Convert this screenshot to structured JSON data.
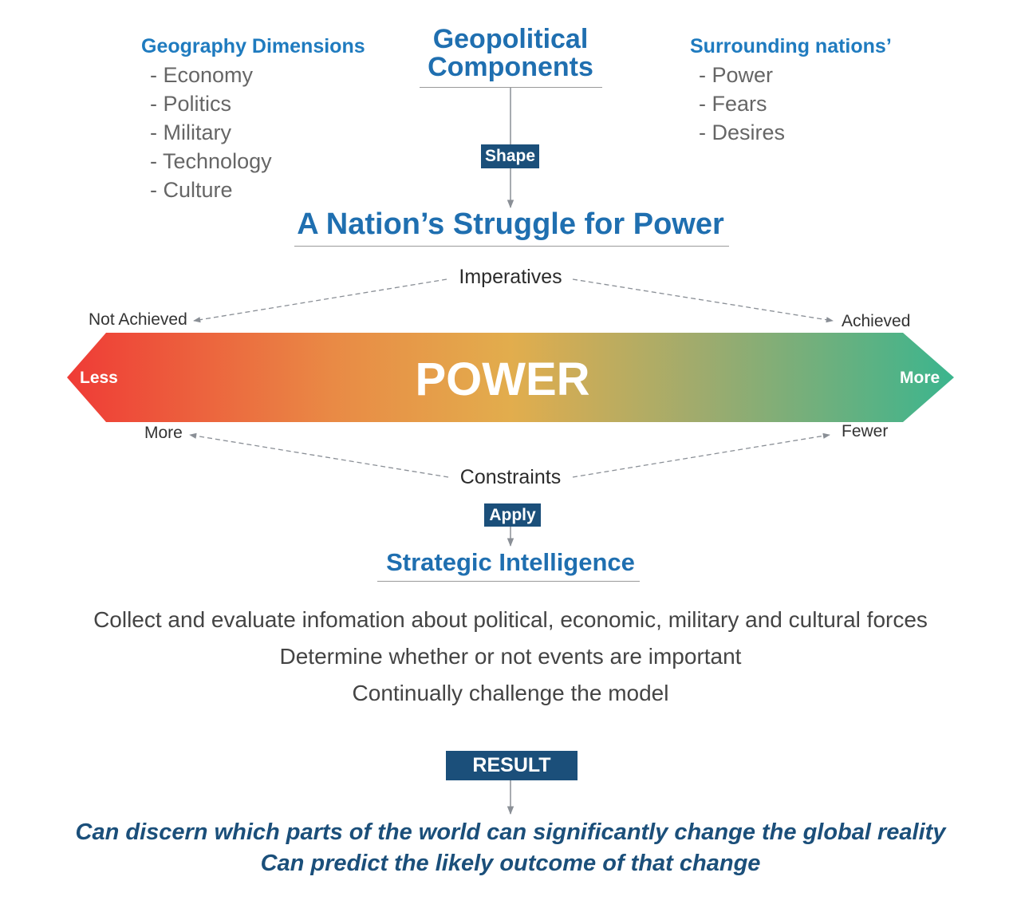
{
  "geography": {
    "title": "Geography Dimensions",
    "items": [
      "- Economy",
      "- Politics",
      "- Military",
      "- Technology",
      "- Culture"
    ]
  },
  "geopolitical": {
    "line1": "Geopolitical",
    "line2": "Components"
  },
  "surrounding": {
    "title": "Surrounding nations’",
    "items": [
      "- Power",
      "- Fears",
      "- Desires"
    ]
  },
  "shape_label": "Shape",
  "struggle_title": "A Nation’s Struggle for Power",
  "imperatives": {
    "label": "Imperatives",
    "left": "Not Achieved",
    "right": "Achieved"
  },
  "power_bar": {
    "center": "POWER",
    "left": "Less",
    "right": "More",
    "colors": [
      "#ef3b36",
      "#e98a45",
      "#e2ad4d",
      "#9dab6e",
      "#3bb58e"
    ]
  },
  "constraints": {
    "label": "Constraints",
    "left": "More",
    "right": "Fewer"
  },
  "apply_label": "Apply",
  "strategic_title": "Strategic Intelligence",
  "activities": [
    "Collect and evaluate infomation about political, economic, military and cultural forces",
    "Determine whether or not events are important",
    "Continually challenge the model"
  ],
  "result_label": "RESULT",
  "results": [
    "Can discern which parts of the world can significantly change the global reality",
    "Can predict the likely outcome of that change"
  ]
}
